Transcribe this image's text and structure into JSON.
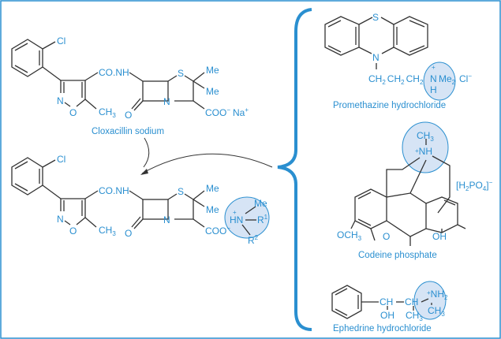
{
  "colors": {
    "accent": "#2a8fd0",
    "highlight": "#d6e4f5",
    "bond": "#333333"
  },
  "cloxacillin": {
    "caption": "Cloxacillin sodium",
    "cl": "Cl",
    "conh": "CO.NH",
    "n": "N",
    "o": "O",
    "ch3": "CH",
    "ch3_sub": "3",
    "s": "S",
    "me1": "Me",
    "me2": "Me",
    "lactam_o": "O",
    "lactam_n": "N",
    "coo": "COO",
    "coo_charge": "−",
    "na": "Na",
    "na_charge": "+"
  },
  "salt": {
    "cl": "Cl",
    "conh": "CO.NH",
    "n": "N",
    "o": "O",
    "ch3": "CH",
    "ch3_sub": "3",
    "s": "S",
    "me1": "Me",
    "me2": "Me",
    "lactam_o": "O",
    "lactam_n": "N",
    "coo": "COO",
    "coo_charge": "−",
    "amine_plus": "+",
    "amine_hn": "HN",
    "amine_me": "Me",
    "r1": "R",
    "r1_sup": "1",
    "r2": "R",
    "r2_sup": "2"
  },
  "promethazine": {
    "caption": "Promethazine hydrochloride",
    "s": "S",
    "n": "N",
    "chain": "CH",
    "sub2": "2",
    "plus": "+",
    "nh_n": "N",
    "nh_h": "H",
    "me2": "Me",
    "cl": "Cl",
    "cl_charge": "−"
  },
  "codeine": {
    "caption": "Codeine phosphate",
    "ch3": "CH",
    "sub3": "3",
    "nh": "NH",
    "plus": "+",
    "och3": "OCH",
    "o": "O",
    "oh": "OH",
    "phosphate": "[H",
    "phosphate_sub2": "2",
    "phosphate_po": "PO",
    "phosphate_sub4": "4",
    "phosphate_end": "]",
    "phosphate_charge": "−"
  },
  "ephedrine": {
    "caption": "Ephedrine hydrochloride",
    "ch": "CH",
    "oh": "OH",
    "ch2": "CH",
    "ch3": "CH",
    "sub3": "3",
    "nh2": "NH",
    "sub2": "2",
    "plus": "+",
    "nch3": "CH"
  }
}
